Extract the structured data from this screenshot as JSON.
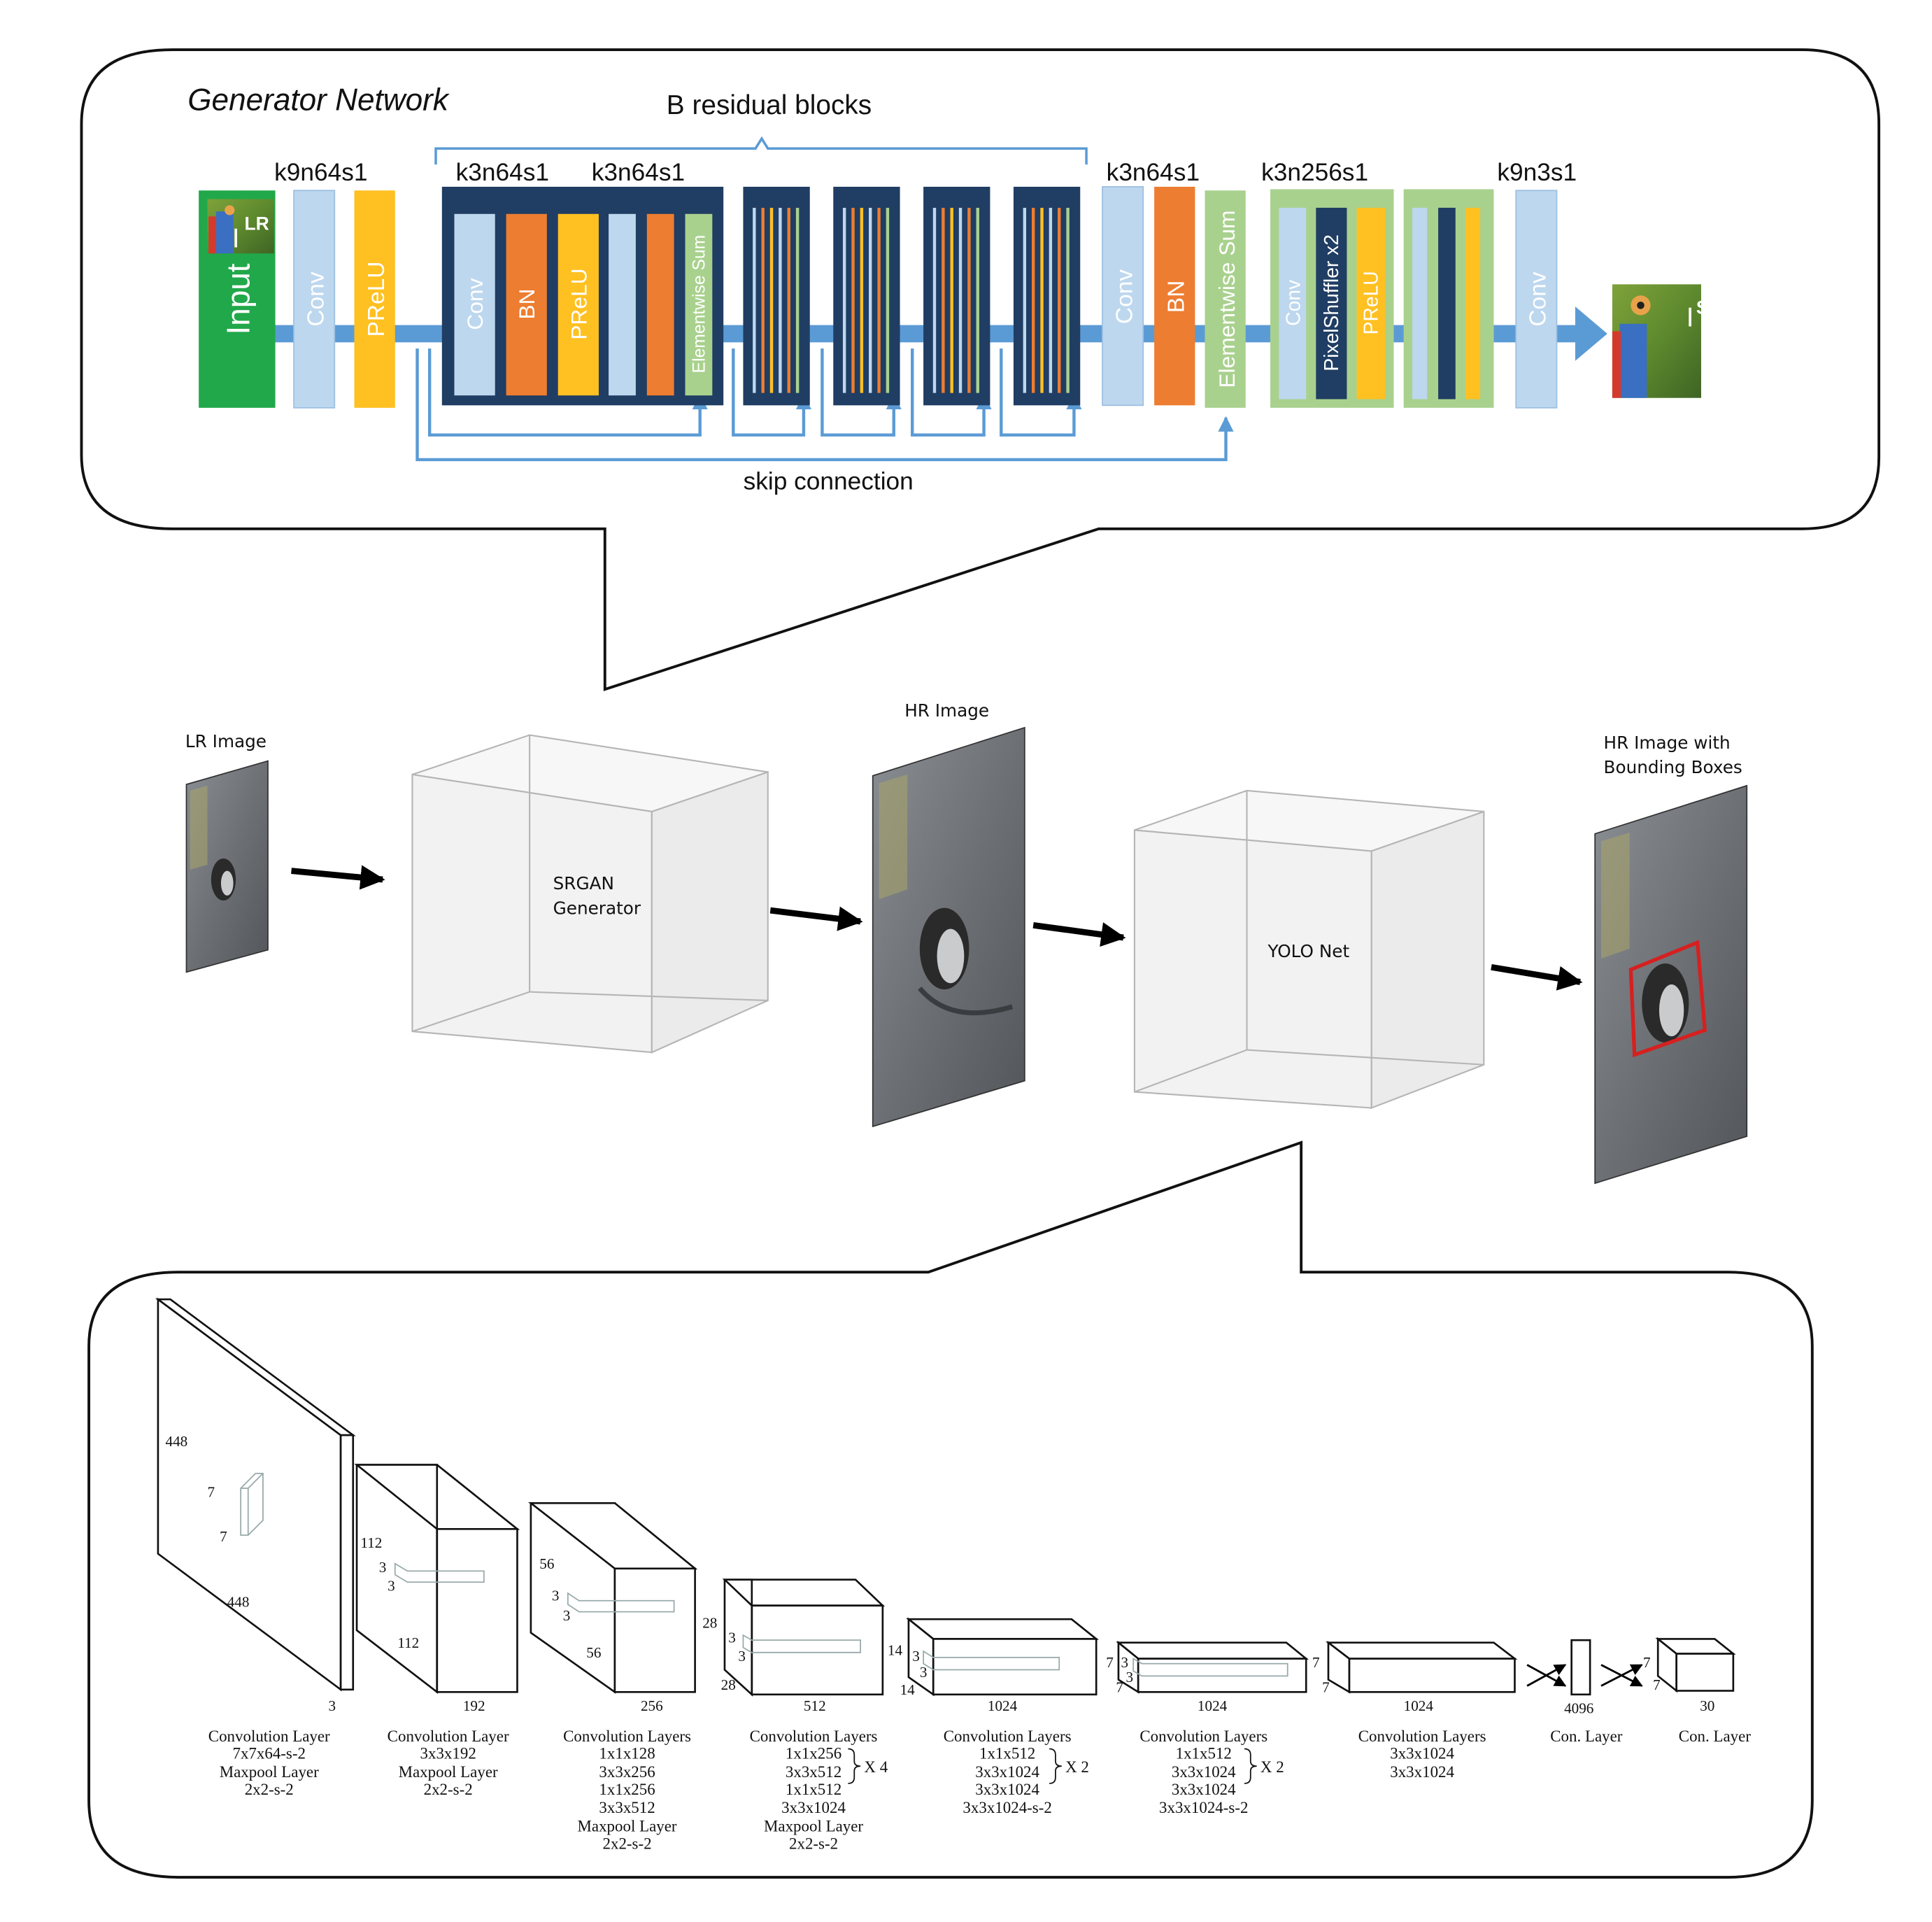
{
  "colors": {
    "input_green": "#21a84a",
    "conv_blue": "#bdd7ee",
    "prelu_yellow": "#ffc021",
    "bn_orange": "#ed7d31",
    "esum_green": "#a9d18e",
    "block_navy": "#203d63",
    "arrow_blue": "#5b9bd5",
    "bbox_red": "#d62020"
  },
  "generator": {
    "title": "Generator Network",
    "residual_label": "B residual blocks",
    "skip_label": "skip connection",
    "k_labels": [
      "k9n64s1",
      "k3n64s1",
      "k3n64s1",
      "k3n64s1",
      "k3n256s1",
      "k9n3s1"
    ],
    "input_label": "Input",
    "input_sym": "I",
    "input_sup": "LR",
    "output_sym": "I",
    "output_sup": "SR",
    "layers": {
      "conv": "Conv",
      "prelu": "PReLU",
      "bn": "BN",
      "esum": "Elementwise Sum",
      "pixelshuffler": "PixelShuffler x2"
    }
  },
  "pipeline": {
    "lr_label": "LR Image",
    "srgan_line1": "SRGAN",
    "srgan_line2": "Generator",
    "hr_label": "HR Image",
    "yolo_label": "YOLO Net",
    "bbox_line1": "HR Image with",
    "bbox_line2": "Bounding Boxes"
  },
  "yolo": {
    "dims": {
      "d448a": "448",
      "d448b": "448",
      "d7a": "7",
      "d7b": "7",
      "d3": "3",
      "d112a": "112",
      "d112b": "112",
      "d3b1": "3",
      "d3b2": "3",
      "d192": "192",
      "d56a": "56",
      "d56b": "56",
      "d3c1": "3",
      "d3c2": "3",
      "d256": "256",
      "d28a": "28",
      "d28b": "28",
      "d3d1": "3",
      "d3d2": "3",
      "d512": "512",
      "d14a": "14",
      "d14b": "14",
      "d3e1": "3",
      "d3e2": "3",
      "d1024a": "1024",
      "d7f1": "7",
      "d7f2": "7",
      "d3f1": "3",
      "d3f2": "3",
      "d1024b": "1024",
      "d7g1": "7",
      "d7g2": "7",
      "d1024c": "1024",
      "d4096": "4096",
      "d7h1": "7",
      "d7h2": "7",
      "d30": "30"
    },
    "captions": [
      [
        "Convolution Layer",
        "7x7x64-s-2",
        "Maxpool Layer",
        "2x2-s-2"
      ],
      [
        "Convolution Layer",
        "3x3x192",
        "Maxpool Layer",
        "2x2-s-2"
      ],
      [
        "Convolution Layers",
        "1x1x128",
        "3x3x256",
        "1x1x256",
        "3x3x512",
        "Maxpool Layer",
        "2x2-s-2"
      ],
      [
        "Convolution Layers",
        "1x1x256",
        "3x3x512",
        "1x1x512",
        "3x3x1024",
        "Maxpool Layer",
        "2x2-s-2"
      ],
      [
        "Convolution Layers",
        "1x1x512",
        "3x3x1024",
        "3x3x1024",
        "3x3x1024-s-2"
      ],
      [
        "Convolution Layers",
        "1x1x512",
        "3x3x1024",
        "3x3x1024",
        "3x3x1024-s-2"
      ],
      [
        "Convolution Layers",
        "3x3x1024",
        "3x3x1024"
      ],
      [
        "Con. Layer"
      ],
      [
        "Con. Layer"
      ]
    ],
    "repeat_x4": "X 4",
    "repeat_x2a": "X 2",
    "repeat_x2b": "X 2"
  }
}
